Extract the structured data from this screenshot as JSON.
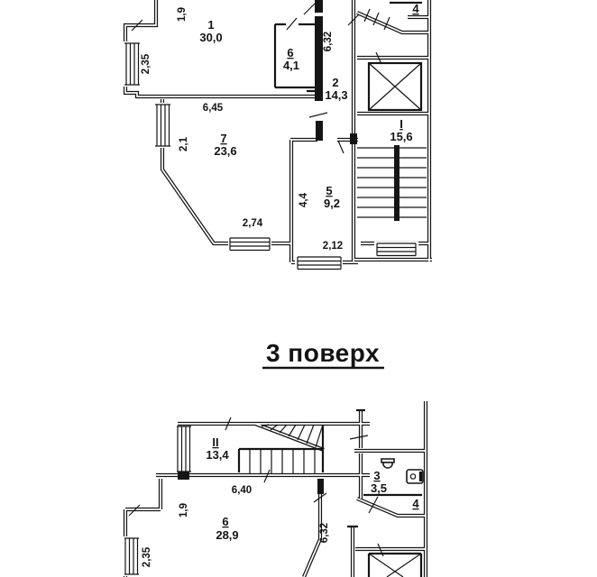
{
  "page": {
    "title": "3 поверх",
    "background": "#ffffff",
    "ink": "#151515"
  },
  "floor_plan_top": {
    "rooms": [
      {
        "id": "1",
        "area": "30,0"
      },
      {
        "id": "6",
        "area": "4,1"
      },
      {
        "id": "2",
        "area": "14,3"
      },
      {
        "id": "7",
        "area": "23,6"
      },
      {
        "id": "5",
        "area": "9,2"
      },
      {
        "id": "4",
        "area": ""
      },
      {
        "id": "I",
        "area": "15,6"
      }
    ],
    "dimensions": {
      "d19": "1,9",
      "d235": "2,35",
      "d645": "6,45",
      "d632": "6,32",
      "d21": "2,1",
      "d274": "2,74",
      "d44": "4,4",
      "d212": "2,12"
    }
  },
  "floor_plan_bottom": {
    "rooms": [
      {
        "id": "II",
        "area": "13,4"
      },
      {
        "id": "6",
        "area": "28,9"
      },
      {
        "id": "3",
        "area": "3,5"
      },
      {
        "id": "4",
        "area": ""
      }
    ],
    "dimensions": {
      "d640": "6,40",
      "d19": "1,9",
      "d235": "2,35",
      "d632": "6,32"
    }
  },
  "icons": {
    "toilet": "toilet-icon",
    "sink": "sink-icon",
    "elevator": "elevator-shaft-x",
    "stairs": "staircase"
  }
}
